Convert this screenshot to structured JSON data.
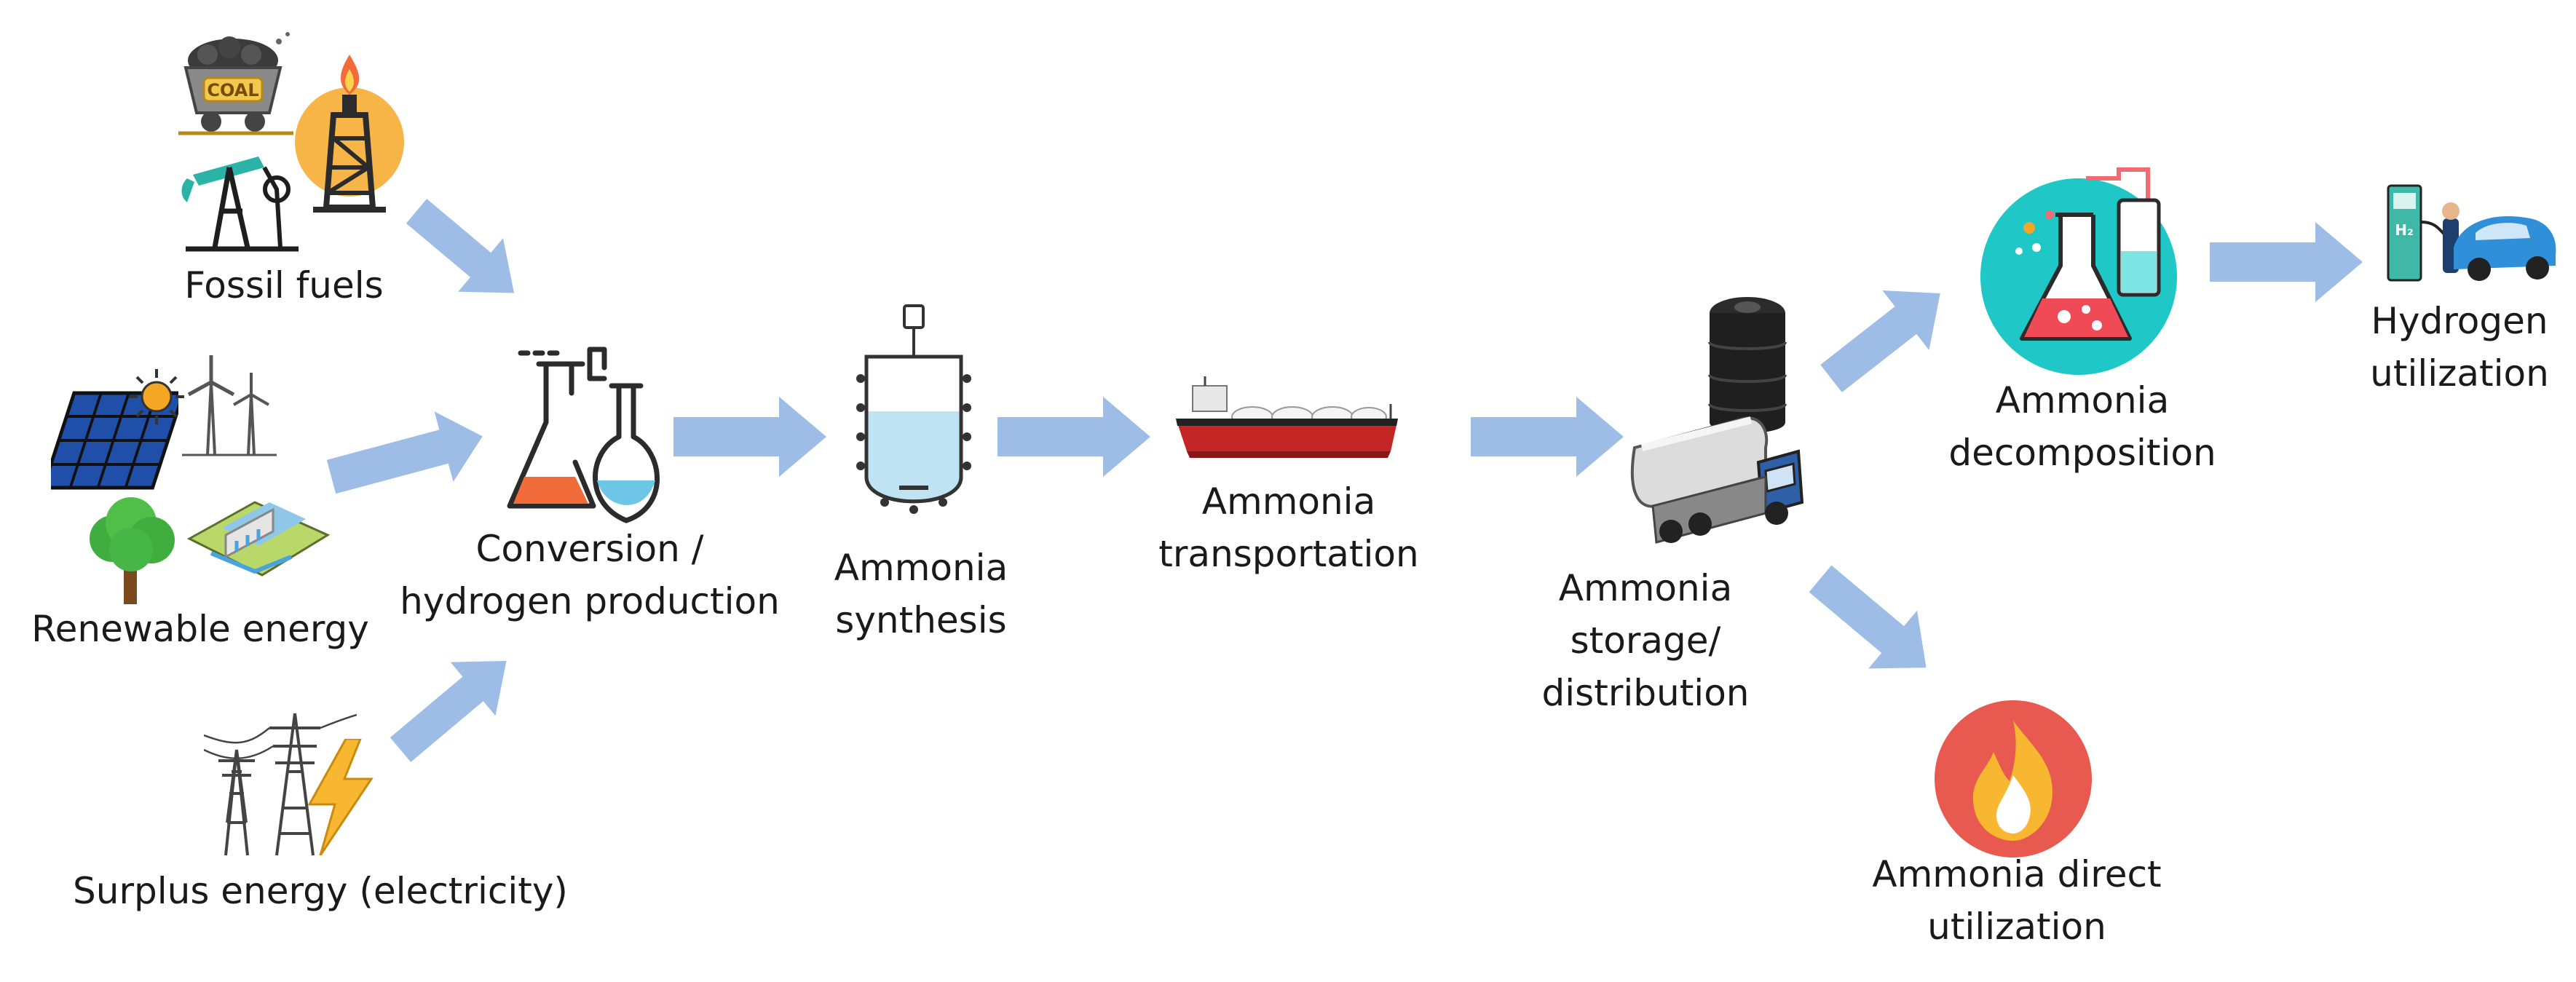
{
  "diagram": {
    "sources": {
      "fossil": "Fossil fuels",
      "renewable": "Renewable energy",
      "surplus": "Surplus energy (electricity)"
    },
    "steps": {
      "conversion": [
        "Conversion /",
        "hydrogen production"
      ],
      "synthesis": [
        "Ammonia",
        "synthesis"
      ],
      "transportation": [
        "Ammonia",
        "transportation"
      ],
      "storage": [
        "Ammonia",
        "storage/",
        "distribution"
      ],
      "decomposition": [
        "Ammonia",
        "decomposition"
      ],
      "hydrogen_use": [
        "Hydrogen",
        "utilization"
      ],
      "direct_use": [
        "Ammonia direct",
        "utilization"
      ]
    },
    "icon_text": {
      "coal": "COAL",
      "h2": "H₂"
    },
    "colors": {
      "arrow": "#9dbde6",
      "flask_orange": "#f26b3a",
      "flask_blue": "#6ec6e6",
      "teal_circle": "#1fc7c7",
      "fire_red": "#e85a4f",
      "ship_red": "#c42525",
      "car_blue": "#2f8fd8"
    },
    "icons": [
      "coal-cart-icon",
      "gas-flare-icon",
      "oil-pump-icon",
      "solar-panel-icon",
      "sun-icon",
      "wind-turbine-icon",
      "tree-icon",
      "hydro-dam-icon",
      "power-tower-icon",
      "lightning-icon",
      "lab-flasks-icon",
      "reactor-vessel-icon",
      "tanker-ship-icon",
      "storage-tank-icon",
      "tanker-truck-icon",
      "decomposition-flask-icon",
      "car-charging-icon",
      "fire-icon"
    ]
  }
}
